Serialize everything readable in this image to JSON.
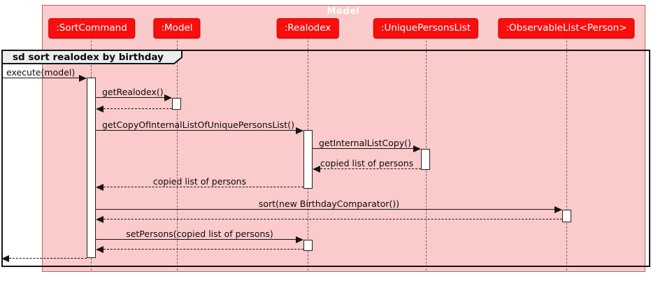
{
  "frame": {
    "title": "Model"
  },
  "sd_frame": {
    "label": "sd sort realodex by birthday"
  },
  "participants": [
    {
      "label": ":SortCommand"
    },
    {
      "label": ":Model"
    },
    {
      "label": ":Realodex"
    },
    {
      "label": ":UniquePersonsList"
    },
    {
      "label": ":ObservableList<Person>"
    }
  ],
  "messages": [
    {
      "label": "execute(model)",
      "kind": "solid",
      "from": "caller",
      "to": ":SortCommand"
    },
    {
      "label": "getRealodex()",
      "kind": "solid",
      "from": ":SortCommand",
      "to": ":Model"
    },
    {
      "label": "",
      "kind": "return",
      "from": ":Model",
      "to": ":SortCommand"
    },
    {
      "label": "getCopyOfInternalListOfUniquePersonsList()",
      "kind": "solid",
      "from": ":SortCommand",
      "to": ":Realodex"
    },
    {
      "label": "getInternalListCopy()",
      "kind": "solid",
      "from": ":Realodex",
      "to": ":UniquePersonsList"
    },
    {
      "label": "copied list of persons",
      "kind": "return",
      "from": ":UniquePersonsList",
      "to": ":Realodex"
    },
    {
      "label": "copied list of persons",
      "kind": "return",
      "from": ":Realodex",
      "to": ":SortCommand"
    },
    {
      "label": "sort(new BirthdayComparator())",
      "kind": "solid",
      "from": ":SortCommand",
      "to": ":ObservableList<Person>"
    },
    {
      "label": "",
      "kind": "return",
      "from": ":ObservableList<Person>",
      "to": ":SortCommand"
    },
    {
      "label": "setPersons(copied list of persons)",
      "kind": "solid",
      "from": ":SortCommand",
      "to": ":Realodex"
    },
    {
      "label": "",
      "kind": "return",
      "from": ":Realodex",
      "to": ":SortCommand"
    },
    {
      "label": "",
      "kind": "return",
      "from": ":SortCommand",
      "to": "caller"
    }
  ],
  "colors": {
    "frame_fill": "#fbcaca",
    "frame_border": "#a96a6a",
    "participant_fill": "#fa0d0d",
    "participant_border": "#c40a0a",
    "sd_label_fill": "#ededed",
    "line_color": "#151515",
    "lifeline_color": "#7b6363"
  }
}
